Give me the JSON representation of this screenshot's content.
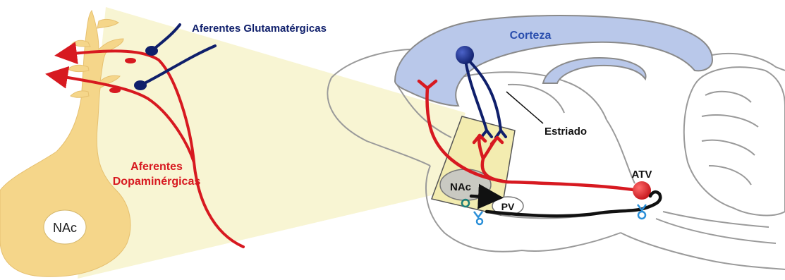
{
  "labels": {
    "glutamatergic_afferents": "Aferentes Glutamatérgicas",
    "dopaminergic_afferents_line1": "Aferentes",
    "dopaminergic_afferents_line2": "Dopaminérgicas",
    "nac_neuron": "NAc",
    "cortex": "Corteza",
    "striatum": "Estriado",
    "nac_region": "NAc",
    "vp": "PV",
    "vta": "ATV"
  },
  "colors": {
    "dopamine_red": "#d71920",
    "glutamate_navy": "#0f1f6b",
    "neuron_tan": "#f5d68a",
    "cortex_blue": "#b9c8ea",
    "highlight_yellow": "#f3ecb0",
    "projection_black": "#111111",
    "receptor_blue": "#2a8fd8",
    "receptor_teal": "#1b7f7a"
  }
}
